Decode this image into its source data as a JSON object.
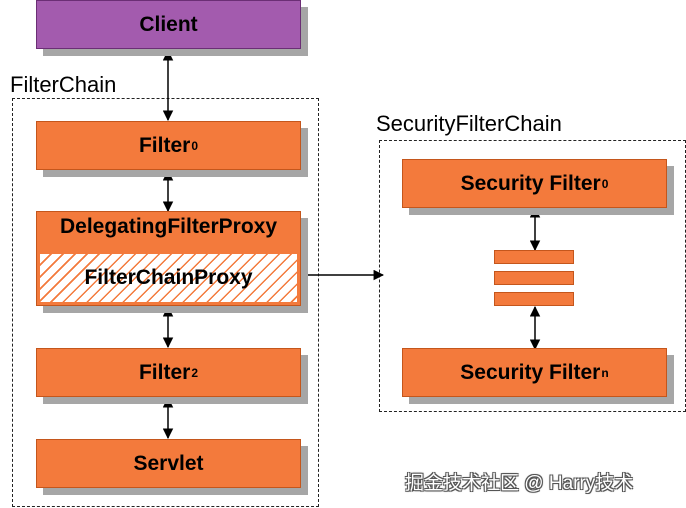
{
  "nodes": {
    "client": "Client",
    "filter0": {
      "text": "Filter",
      "sub": "0"
    },
    "delegating_filter_proxy": "DelegatingFilterProxy",
    "filter_chain_proxy": "FilterChainProxy",
    "filter2": {
      "text": "Filter",
      "sub": "2"
    },
    "servlet": "Servlet",
    "security_filter0": {
      "text": "Security Filter",
      "sub": "0"
    },
    "security_filtern": {
      "text": "Security Filter",
      "sub": "n"
    }
  },
  "containers": {
    "filter_chain": "FilterChain",
    "security_filter_chain": "SecurityFilterChain"
  },
  "watermark": "掘金技术社区 @ Harry技术",
  "colors": {
    "filter_fill": "#f37a3c",
    "client_fill": "#a35bae",
    "shadow": "#a6a6a6",
    "connector": "#000000"
  }
}
